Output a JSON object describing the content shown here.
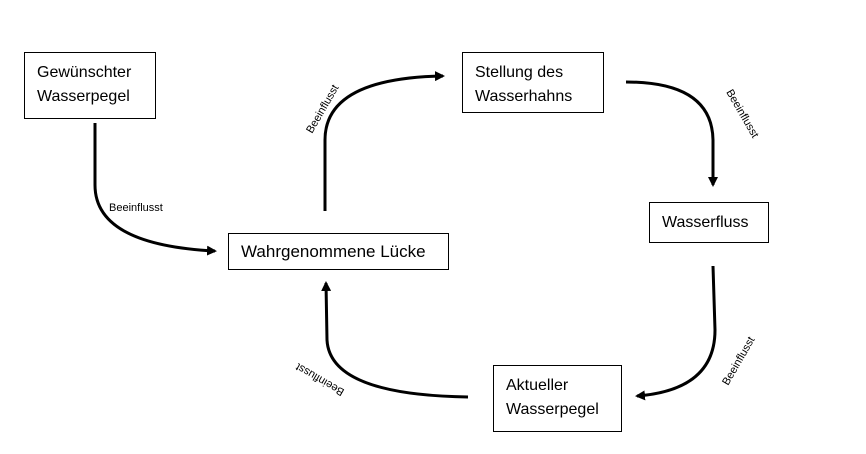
{
  "nodes": {
    "desired_level": {
      "lines": [
        "Gewünschter",
        "Wasserpegel"
      ]
    },
    "faucet_position": {
      "lines": [
        "Stellung des",
        "Wasserhahns"
      ]
    },
    "water_flow": {
      "lines": [
        "Wasserfluss"
      ]
    },
    "perceived_gap": {
      "lines": [
        "Wahrgenommene Lücke"
      ]
    },
    "actual_level": {
      "lines": [
        "Aktueller",
        "Wasserpegel"
      ]
    }
  },
  "edges": {
    "desired_to_gap": {
      "label": "Beeinflusst"
    },
    "gap_to_faucet": {
      "label": "Beeinflusst"
    },
    "faucet_to_flow": {
      "label": "Beeinflusst"
    },
    "flow_to_actual": {
      "label": "Beeinflusst"
    },
    "actual_to_gap": {
      "label": "Beeinflusst"
    }
  },
  "colors": {
    "stroke": "#000000",
    "background": "#ffffff"
  }
}
